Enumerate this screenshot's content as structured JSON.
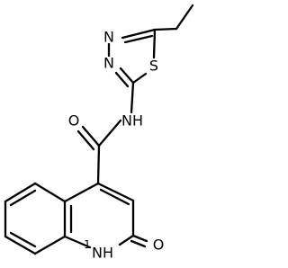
{
  "structure": {
    "atoms": {
      "n_top": "N",
      "n_mid": "N",
      "sulfur": "S",
      "amide_nh": "NH",
      "carbonyl_o": "O",
      "ring_nh": "NH",
      "keto_o": "O"
    },
    "nh_superscript": "1"
  },
  "colors": {
    "ink": "#000000",
    "background": "#ffffff"
  }
}
